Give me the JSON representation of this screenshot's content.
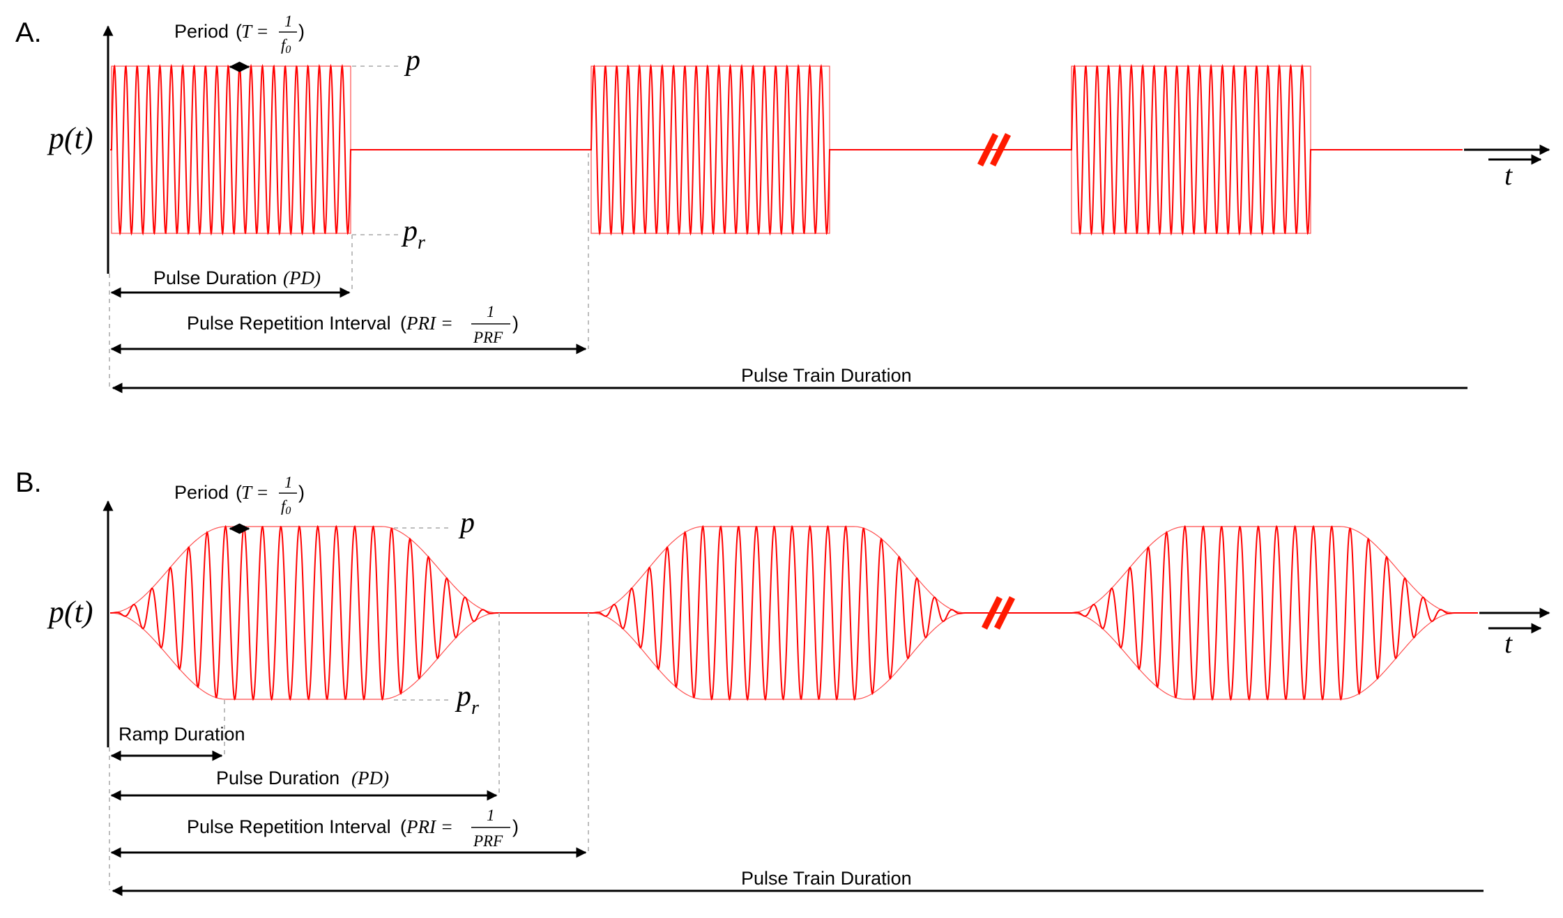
{
  "panel_a": {
    "label": "A.",
    "y_axis_label": "p(t)",
    "x_axis_label": "t",
    "peak_label": "p",
    "rarefaction_label": "p",
    "rarefaction_sub": "r",
    "period_label": "Period",
    "period_T": "T =",
    "period_num": "1",
    "period_den": "f",
    "period_den_sub": "0",
    "pulse_duration_label": "Pulse Duration",
    "pulse_duration_abbr": "PD",
    "pri_label": "Pulse Repetition Interval",
    "pri_eq": "PRI =",
    "pri_num": "1",
    "pri_den": "PRF",
    "train_label": "Pulse Train Duration"
  },
  "panel_b": {
    "label": "B.",
    "y_axis_label": "p(t)",
    "x_axis_label": "t",
    "peak_label": "p",
    "rarefaction_label": "p",
    "rarefaction_sub": "r",
    "period_label": "Period",
    "period_T": "T =",
    "period_num": "1",
    "period_den": "f",
    "period_den_sub": "0",
    "ramp_label": "Ramp Duration",
    "pulse_duration_label": "Pulse Duration",
    "pulse_duration_abbr": "PD",
    "pri_label": "Pulse Repetition Interval",
    "pri_eq": "PRI =",
    "pri_num": "1",
    "pri_den": "PRF",
    "train_label": "Pulse Train Duration"
  },
  "colors": {
    "waveform": "#ff0000",
    "break_mark": "#ff1a00",
    "annotation": "#000000",
    "guide": "#bdbdbd"
  }
}
